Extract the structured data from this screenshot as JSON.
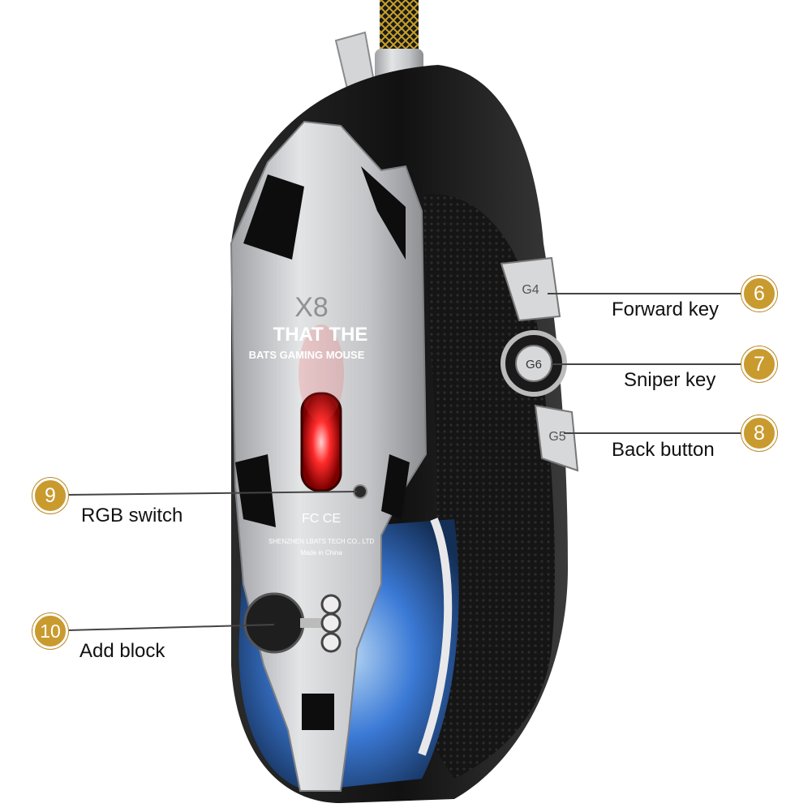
{
  "callouts": [
    {
      "number": "6",
      "label": "Forward key"
    },
    {
      "number": "7",
      "label": "Sniper key"
    },
    {
      "number": "8",
      "label": "Back button"
    },
    {
      "number": "9",
      "label": "RGB switch"
    },
    {
      "number": "10",
      "label": "Add block"
    }
  ],
  "mouse_markings": {
    "model": "X8",
    "brand_line": "THAT THE",
    "brand_sub": "BATS",
    "brand_sub2": "GAMING MOUSE",
    "button_g4": "G4",
    "button_g6": "G6",
    "button_g5": "G5",
    "cert": "FC CE",
    "maker": "SHENZHEN LBATS TECH CO., LTD",
    "made_in": "Made in China"
  },
  "colors": {
    "badge": "#c99a2e",
    "leader_line": "#444444",
    "chassis_silver": "#c9cacc",
    "shell_black": "#141414",
    "rgb_red": "#e01a1a",
    "rgb_blue": "#3d7fe0"
  }
}
